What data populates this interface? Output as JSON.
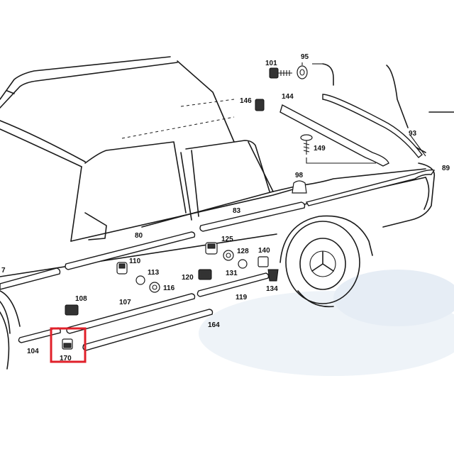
{
  "labels": {
    "p7": "7",
    "p80": "80",
    "p83": "83",
    "p89": "89",
    "p93": "93",
    "p95": "95",
    "p98": "98",
    "p101": "101",
    "p104": "104",
    "p107": "107",
    "p108": "108",
    "p110": "110",
    "p113": "113",
    "p116": "116",
    "p119": "119",
    "p120": "120",
    "p125": "125",
    "p128": "128",
    "p131": "131",
    "p134": "134",
    "p140": "140",
    "p144": "144",
    "p146": "146",
    "p149": "149",
    "p164": "164",
    "p170": "170"
  },
  "highlight": {
    "part": "170",
    "color": "#e0202a"
  },
  "colors": {
    "line": "#1a1a1a",
    "background": "#ffffff",
    "shadow": "#e6edf5"
  }
}
